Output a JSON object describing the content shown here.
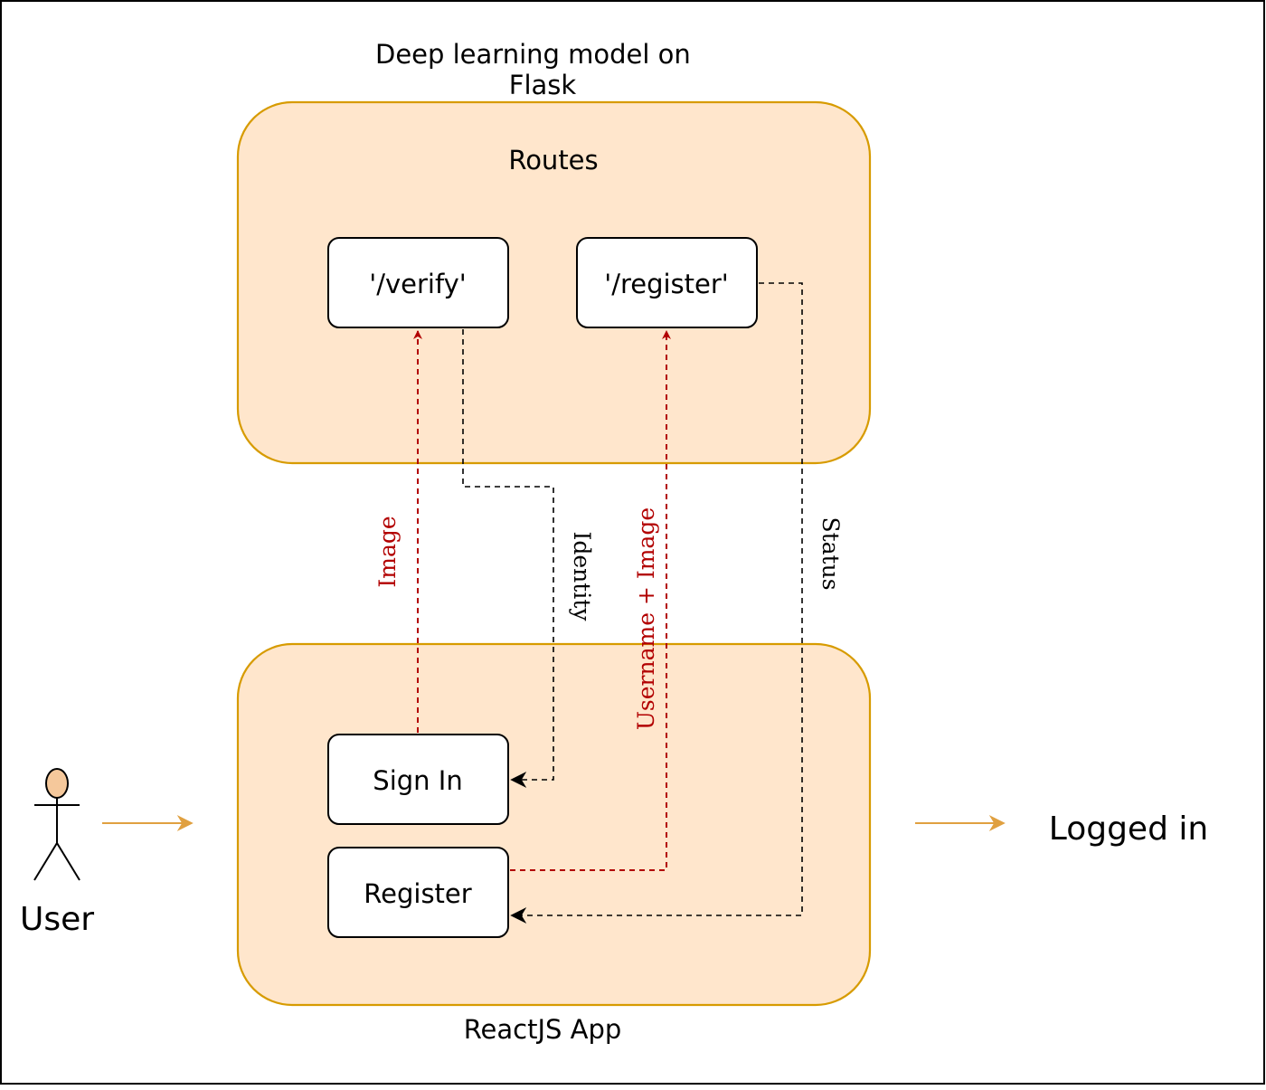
{
  "diagram": {
    "server_title": "Deep learning model on\nFlask",
    "server_group_label": "Routes",
    "client_group_label": "ReactJS App",
    "nodes": {
      "verify": "'/verify'",
      "register_route": "'/register'",
      "sign_in": "Sign In",
      "register": "Register"
    },
    "edges": {
      "image": "Image",
      "identity": "Identity",
      "username_image": "Username + Image",
      "status": "Status"
    },
    "actor_label": "User",
    "outcome_label": "Logged in"
  },
  "colors": {
    "group_fill": "#ffe6cc",
    "group_stroke": "#d79b00",
    "request_edge": "#b20000",
    "response_edge": "#000000",
    "flow_arrow": "#e0a040",
    "actor_head": "#f5c89b"
  }
}
